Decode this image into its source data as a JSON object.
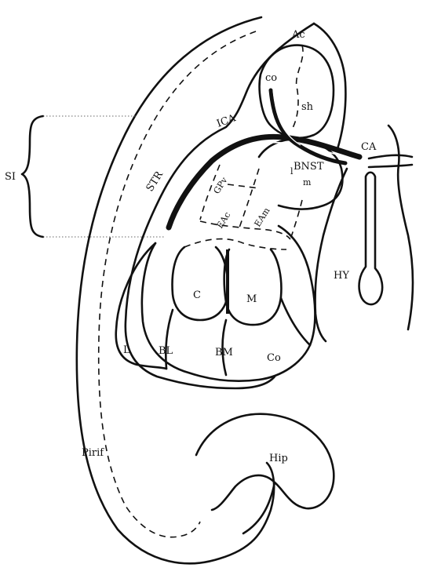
{
  "labels": {
    "ac": "Ac",
    "co": "co",
    "sh": "sh",
    "ica": "ICA",
    "ca": "CA",
    "si": "SI",
    "str": "STR",
    "gpv": "GPv",
    "eac": "EAc",
    "eam": "EAm",
    "bnst": "BNST",
    "bnst_l": "l",
    "bnst_m": "m",
    "hy": "HY",
    "c": "C",
    "m": "M",
    "l": "L",
    "bl": "BL",
    "bm": "BM",
    "co2": "Co",
    "pirif": "Pirif",
    "hip": "Hip"
  },
  "style": {
    "ink": "#111111",
    "background": "#ffffff"
  }
}
